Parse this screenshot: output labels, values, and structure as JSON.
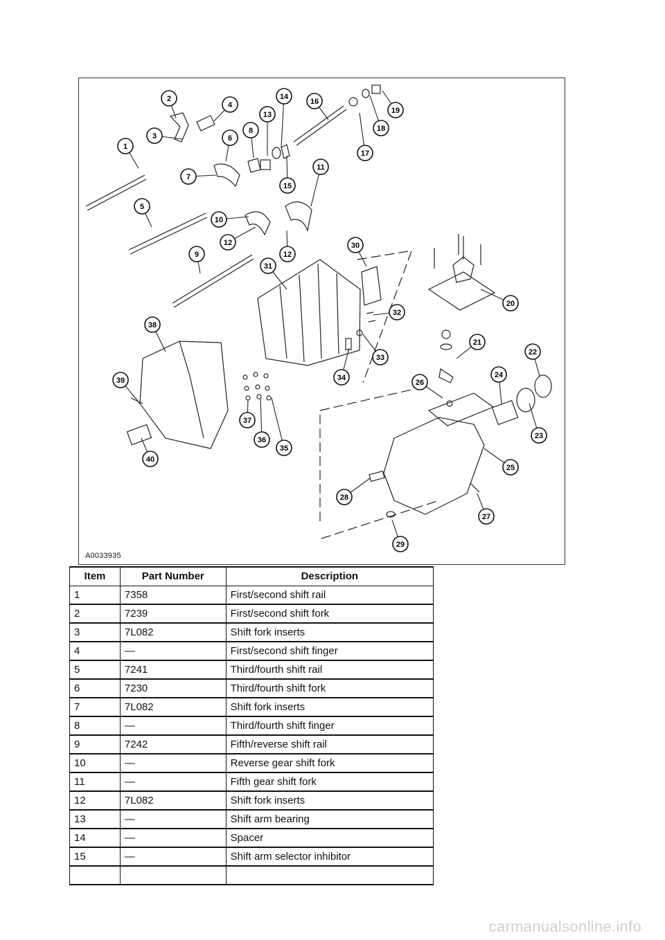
{
  "figure": {
    "id": "A0033935",
    "callouts": [
      "1",
      "2",
      "3",
      "4",
      "5",
      "6",
      "7",
      "8",
      "9",
      "10",
      "11",
      "12",
      "12",
      "13",
      "14",
      "15",
      "16",
      "17",
      "18",
      "19",
      "20",
      "21",
      "22",
      "23",
      "24",
      "25",
      "26",
      "27",
      "28",
      "29",
      "30",
      "31",
      "32",
      "33",
      "34",
      "35",
      "36",
      "37",
      "38",
      "39",
      "40"
    ]
  },
  "table": {
    "headers": {
      "item": "Item",
      "part": "Part Number",
      "desc": "Description"
    },
    "rows": [
      {
        "item": "1",
        "part": "7358",
        "desc": "First/second shift rail"
      },
      {
        "item": "2",
        "part": "7239",
        "desc": "First/second shift fork"
      },
      {
        "item": "3",
        "part": "7L082",
        "desc": "Shift fork inserts"
      },
      {
        "item": "4",
        "part": "—",
        "desc": "First/second shift finger"
      },
      {
        "item": "5",
        "part": "7241",
        "desc": "Third/fourth shift rail"
      },
      {
        "item": "6",
        "part": "7230",
        "desc": "Third/fourth shift fork"
      },
      {
        "item": "7",
        "part": "7L082",
        "desc": "Shift fork inserts"
      },
      {
        "item": "8",
        "part": "—",
        "desc": "Third/fourth shift finger"
      },
      {
        "item": "9",
        "part": "7242",
        "desc": "Fifth/reverse shift rail"
      },
      {
        "item": "10",
        "part": "—",
        "desc": "Reverse gear shift fork"
      },
      {
        "item": "11",
        "part": "—",
        "desc": "Fifth gear shift fork"
      },
      {
        "item": "12",
        "part": "7L082",
        "desc": "Shift fork inserts"
      },
      {
        "item": "13",
        "part": "—",
        "desc": "Shift arm bearing"
      },
      {
        "item": "14",
        "part": "—",
        "desc": "Spacer"
      },
      {
        "item": "15",
        "part": "—",
        "desc": "Shift arm selector inhibitor"
      }
    ]
  },
  "watermark": "carmanualsonline.info"
}
